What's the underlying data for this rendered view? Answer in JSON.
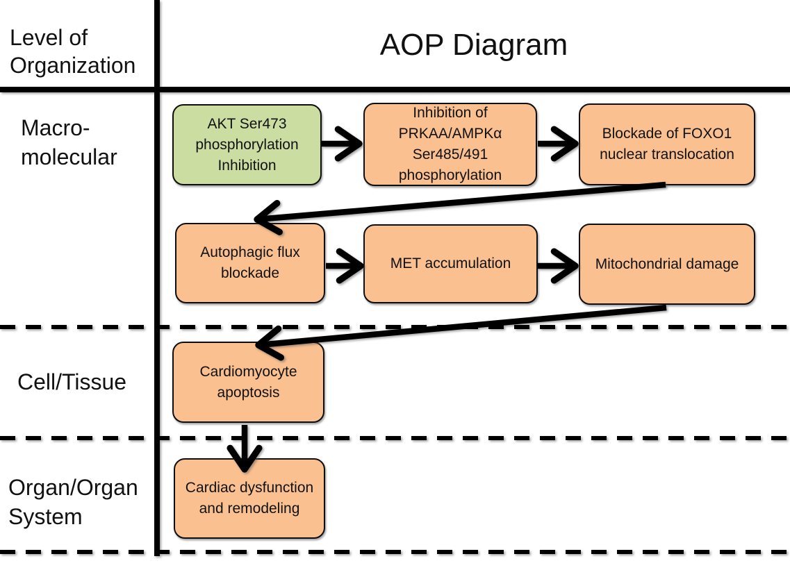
{
  "header": {
    "corner_label": "Level of\nOrganization",
    "title": "AOP Diagram"
  },
  "levels": [
    {
      "id": "macromolecular",
      "label": "Macro-\nmolecular"
    },
    {
      "id": "cell-tissue",
      "label": "Cell/Tissue"
    },
    {
      "id": "organ-system",
      "label": "Organ/Organ\nSystem"
    }
  ],
  "nodes": [
    {
      "id": "akt",
      "level": "macromolecular",
      "kind": "molecular-initiating-event",
      "fill": "#cbdda1",
      "label": "AKT Ser473\nphosphorylation\nInhibition"
    },
    {
      "id": "ampk",
      "level": "macromolecular",
      "kind": "key-event",
      "fill": "#fac090",
      "label": "Inhibition of\nPRKAA/AMPKα\nSer485/491\nphosphorylation"
    },
    {
      "id": "foxo1",
      "level": "macromolecular",
      "kind": "key-event",
      "fill": "#fac090",
      "label": "Blockade of FOXO1\nnuclear translocation"
    },
    {
      "id": "autophagy",
      "level": "macromolecular",
      "kind": "key-event",
      "fill": "#fac090",
      "label": "Autophagic flux\nblockade"
    },
    {
      "id": "met",
      "level": "macromolecular",
      "kind": "key-event",
      "fill": "#fac090",
      "label": "MET accumulation"
    },
    {
      "id": "mito",
      "level": "macromolecular",
      "kind": "key-event",
      "fill": "#fac090",
      "label": "Mitochondrial damage"
    },
    {
      "id": "apoptosis",
      "level": "cell-tissue",
      "kind": "key-event",
      "fill": "#fac090",
      "label": "Cardiomyocyte\napoptosis"
    },
    {
      "id": "cardiac",
      "level": "organ-system",
      "kind": "adverse-outcome",
      "fill": "#fac090",
      "label": "Cardiac dysfunction\nand remodeling"
    }
  ],
  "edges": [
    {
      "from": "akt",
      "to": "ampk"
    },
    {
      "from": "ampk",
      "to": "foxo1"
    },
    {
      "from": "foxo1",
      "to": "autophagy"
    },
    {
      "from": "autophagy",
      "to": "met"
    },
    {
      "from": "met",
      "to": "mito"
    },
    {
      "from": "mito",
      "to": "apoptosis"
    },
    {
      "from": "apoptosis",
      "to": "cardiac"
    }
  ],
  "colors": {
    "initiating_event_fill": "#cbdda1",
    "key_event_fill": "#fac090",
    "line": "#000000",
    "background": "#ffffff"
  }
}
